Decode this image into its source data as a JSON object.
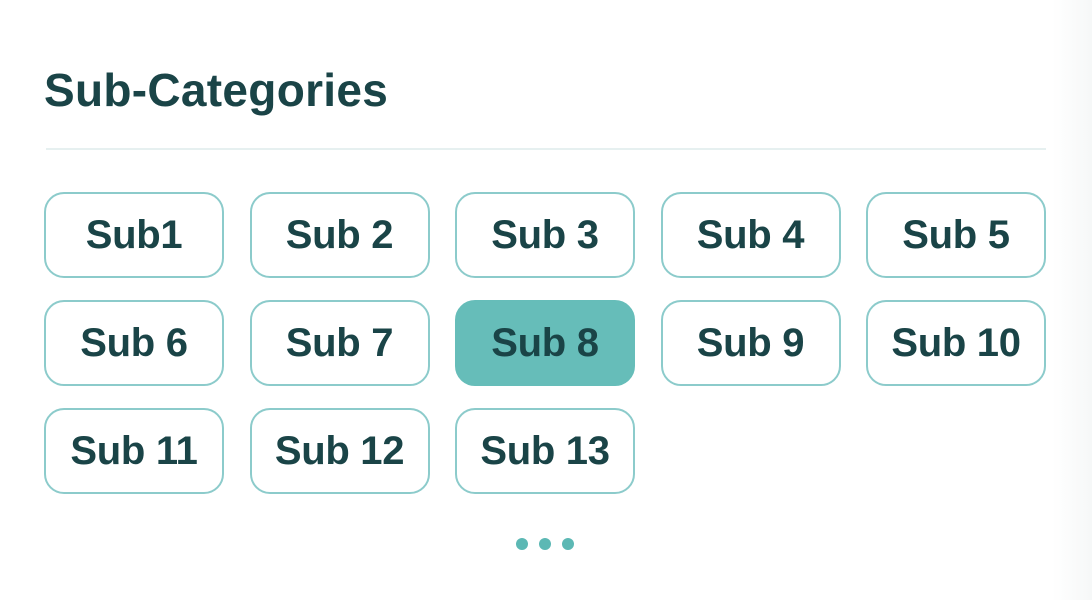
{
  "panel": {
    "title": "Sub-Categories"
  },
  "subcategories": [
    {
      "label": "Sub1",
      "selected": false
    },
    {
      "label": "Sub 2",
      "selected": false
    },
    {
      "label": "Sub 3",
      "selected": false
    },
    {
      "label": "Sub 4",
      "selected": false
    },
    {
      "label": "Sub 5",
      "selected": false
    },
    {
      "label": "Sub 6",
      "selected": false
    },
    {
      "label": "Sub 7",
      "selected": false
    },
    {
      "label": "Sub 8",
      "selected": true
    },
    {
      "label": "Sub 9",
      "selected": false
    },
    {
      "label": "Sub 10",
      "selected": false
    },
    {
      "label": "Sub 11",
      "selected": false
    },
    {
      "label": "Sub 12",
      "selected": false
    },
    {
      "label": "Sub 13",
      "selected": false
    }
  ],
  "more_indicator": {
    "icon": "ellipsis-icon"
  },
  "colors": {
    "title_text": "#1a4447",
    "chip_border": "#8ccbcb",
    "chip_selected_bg": "#66bdb9",
    "divider": "#e6f0f0",
    "dot": "#5cb8b4"
  }
}
